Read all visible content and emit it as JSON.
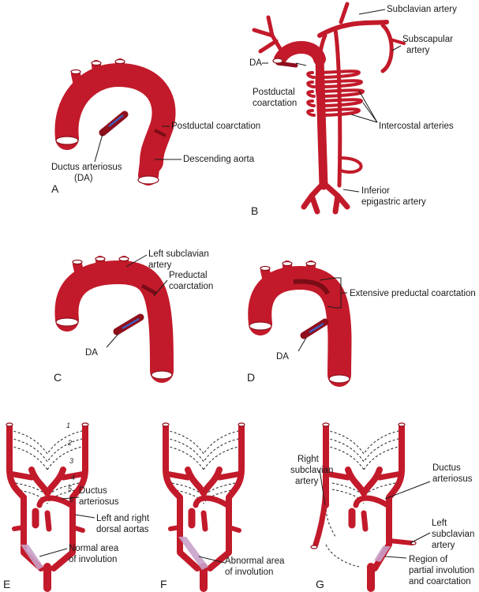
{
  "panels": {
    "A": {
      "letter": "A",
      "labels": {
        "postductal": "Postductal coarctation",
        "descending": "Descending aorta",
        "ductus_line1": "Ductus arteriosus",
        "ductus_line2": "(DA)"
      }
    },
    "B": {
      "letter": "B",
      "labels": {
        "subclavian": "Subclavian artery",
        "subscapular_line1": "Subscapular",
        "subscapular_line2": "artery",
        "da": "DA",
        "postductal_line1": "Postductal",
        "postductal_line2": "coarctation",
        "intercostal": "Intercostal arteries",
        "epigastric_line1": "Inferior",
        "epigastric_line2": "epigastric artery"
      }
    },
    "C": {
      "letter": "C",
      "labels": {
        "left_subclavian_line1": "Left subclavian",
        "left_subclavian_line2": "artery",
        "preductal_line1": "Preductal",
        "preductal_line2": "coarctation",
        "da": "DA"
      }
    },
    "D": {
      "letter": "D",
      "labels": {
        "extensive": "Extensive preductal coarctation",
        "da": "DA"
      }
    },
    "E": {
      "letter": "E",
      "arch_numbers": [
        "1",
        "2",
        "3",
        "4",
        "5",
        "6"
      ],
      "labels": {
        "ductus_line1": "Ductus",
        "ductus_line2": "arteriosus",
        "dorsal_line1": "Left and right",
        "dorsal_line2": "dorsal aortas",
        "normal_line1": "Normal area",
        "normal_line2": "of involution"
      }
    },
    "F": {
      "letter": "F",
      "labels": {
        "abnormal_line1": "Abnormal area",
        "abnormal_line2": "of involution"
      }
    },
    "G": {
      "letter": "G",
      "labels": {
        "right_subclavian_line1": "Right",
        "right_subclavian_line2": "subclavian",
        "right_subclavian_line3": "artery",
        "ductus_line1": "Ductus",
        "ductus_line2": "arteriosus",
        "left_subclavian_line1": "Left",
        "left_subclavian_line2": "subclavian",
        "left_subclavian_line3": "artery",
        "region_line1": "Region of",
        "region_line2": "partial involution",
        "region_line3": "and coarctation"
      }
    }
  },
  "colors": {
    "vessel": "#c21a2a",
    "vessel_dark": "#8e0f1c",
    "ductus_flow": "#3a64c8",
    "involution": "#c9a1c9"
  }
}
